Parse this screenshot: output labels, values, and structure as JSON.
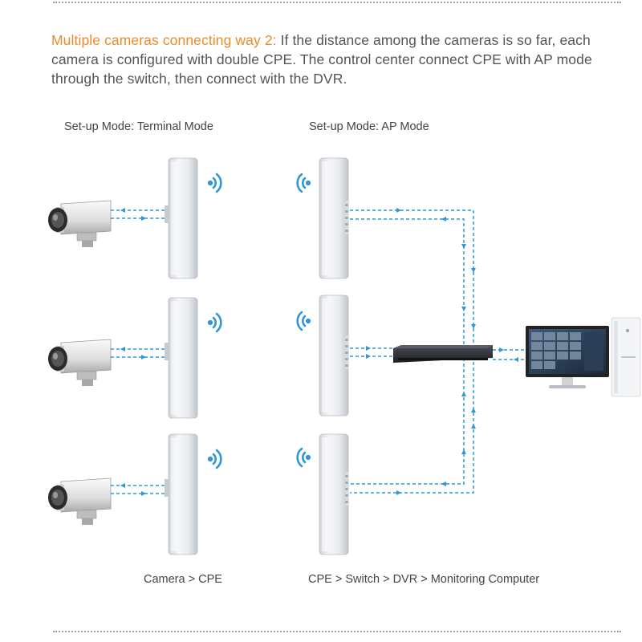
{
  "intro": {
    "highlight": "Multiple cameras connecting way 2:",
    "text": " If the distance among the cameras is so far, each camera is configured with double CPE. The control center connect CPE with AP mode through the switch, then connect with the DVR."
  },
  "labels": {
    "terminal_mode": "Set-up Mode: Terminal Mode",
    "ap_mode": "Set-up Mode: AP Mode",
    "camera_chain": "Camera > CPE",
    "center_chain": "CPE > Switch > DVR > Monitoring Computer"
  },
  "colors": {
    "accent": "#ee8a2c",
    "text": "#555555",
    "link": "#2f97d6",
    "device": "#e9ecef",
    "switch": "#2a2d33"
  },
  "icons": {
    "camera": "bullet-camera-icon",
    "cpe": "outdoor-cpe-icon",
    "wifi": "wifi-signal-icon",
    "switch": "network-switch-icon",
    "monitor": "monitor-icon",
    "dvr": "dvr-tower-icon"
  }
}
